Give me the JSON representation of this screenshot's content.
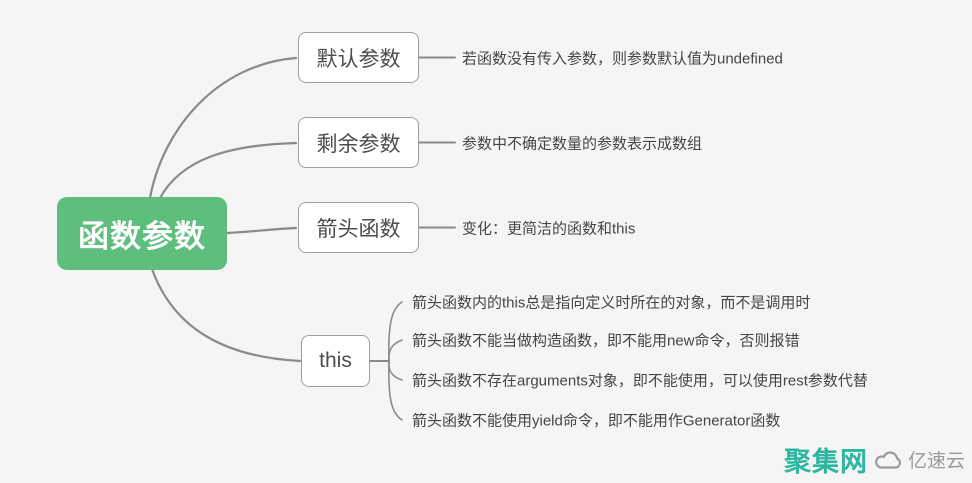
{
  "mindmap": {
    "root": {
      "label": "函数参数"
    },
    "branches": [
      {
        "label": "默认参数",
        "note": "若函数没有传入参数，则参数默认值为undefined"
      },
      {
        "label": "剩余参数",
        "note": "参数中不确定数量的参数表示成数组"
      },
      {
        "label": "箭头函数",
        "note": "变化：更简洁的函数和this"
      },
      {
        "label": "this",
        "notes": [
          "箭头函数内的this总是指向定义时所在的对象，而不是调用时",
          "箭头函数不能当做构造函数，即不能用new命令，否则报错",
          "箭头函数不存在arguments对象，即不能使用，可以使用rest参数代替",
          "箭头函数不能使用yield命令，即不能用作Generator函数"
        ]
      }
    ]
  },
  "watermark": {
    "site_name": "聚集网",
    "brand_name": "亿速云"
  },
  "colors": {
    "background": "#f5f5f5",
    "root_bg": "#5dbe7e",
    "root_text": "#ffffff",
    "node_bg": "#ffffff",
    "node_border": "#9e9e9e",
    "node_text": "#4d4d4d",
    "connector": "#8a8a8a",
    "note_text": "#454545",
    "watermark_site": "#2db7a0",
    "watermark_brand": "#9a9a9a"
  }
}
